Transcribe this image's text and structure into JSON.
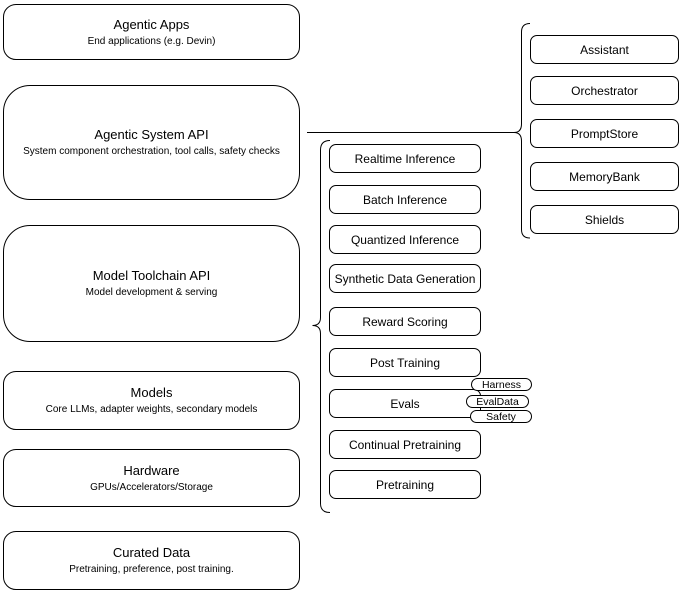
{
  "style": {
    "background": "#ffffff",
    "node_fill": "#ffffff",
    "node_stroke": "#000000",
    "text_color": "#000000"
  },
  "left_stack": [
    {
      "title": "Agentic Apps",
      "subtitle": "End applications (e.g. Devin)"
    },
    {
      "title": "Agentic System API",
      "subtitle": "System component orchestration, tool calls, safety checks"
    },
    {
      "title": "Model Toolchain API",
      "subtitle": "Model development & serving"
    },
    {
      "title": "Models",
      "subtitle": "Core LLMs, adapter weights, secondary models"
    },
    {
      "title": "Hardware",
      "subtitle": "GPUs/Accelerators/Storage"
    },
    {
      "title": "Curated Data",
      "subtitle": "Pretraining, preference, post training."
    }
  ],
  "toolchain": {
    "items": [
      "Realtime Inference",
      "Batch Inference",
      "Quantized Inference",
      "Synthetic Data Generation",
      "Reward Scoring",
      "Post Training",
      "Evals",
      "Continual Pretraining",
      "Pretraining"
    ]
  },
  "eval_tags": {
    "items": [
      "Harness",
      "EvalData",
      "Safety"
    ]
  },
  "system_components": {
    "items": [
      "Assistant",
      "Orchestrator",
      "PromptStore",
      "MemoryBank",
      "Shields"
    ]
  }
}
